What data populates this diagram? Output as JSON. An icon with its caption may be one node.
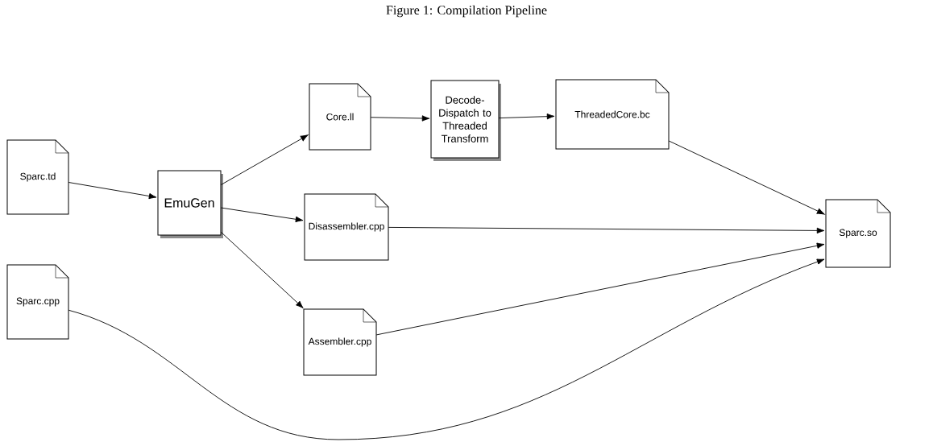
{
  "diagram": {
    "caption": "Figure 1: Compilation Pipeline",
    "nodes": [
      {
        "text": [
          "Sparc.td"
        ]
      },
      {
        "text": [
          "EmuGen"
        ]
      },
      {
        "text": [
          "Core.ll"
        ]
      },
      {
        "text": [
          "Decode-Dispatch to Threaded Transform"
        ]
      },
      {
        "text": [
          "ThreadedCore.bc"
        ]
      },
      {
        "text": [
          "Disassembler.cpp"
        ]
      },
      {
        "text": [
          "Assembler.cpp"
        ]
      },
      {
        "text": [
          "Sparc.cpp"
        ]
      },
      {
        "text": [
          "Sparc.so"
        ]
      }
    ],
    "edges": [
      {
        "from": 0,
        "to": 1,
        "arrow": "to"
      },
      {
        "from": 1,
        "to": 2,
        "arrow": "to"
      },
      {
        "from": 2,
        "to": 3,
        "arrow": "to"
      },
      {
        "from": 3,
        "to": 4,
        "arrow": "to"
      },
      {
        "from": 1,
        "to": 5,
        "arrow": "to"
      },
      {
        "from": 1,
        "to": 6,
        "arrow": "to"
      },
      {
        "from": 4,
        "to": 8,
        "arrow": "to"
      },
      {
        "from": 5,
        "to": 8,
        "arrow": "to"
      },
      {
        "from": 6,
        "to": 8,
        "arrow": "to"
      },
      {
        "from": 7,
        "to": 8,
        "arrow": "to"
      }
    ]
  }
}
